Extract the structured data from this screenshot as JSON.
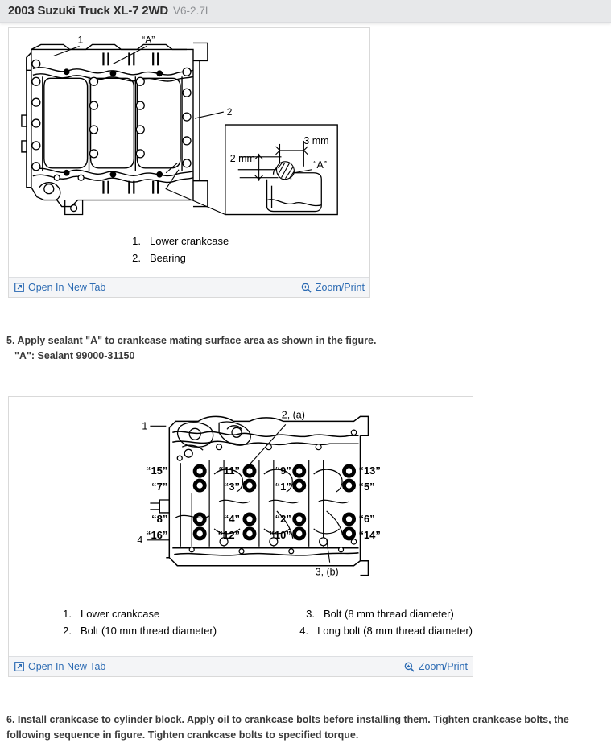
{
  "header": {
    "title": "2003 Suzuki Truck XL-7 2WD",
    "engine": "V6-2.7L"
  },
  "toolbar": {
    "open_new_tab_label": "Open In New Tab",
    "zoom_print_label": "Zoom/Print",
    "open_icon": "open-in-new-tab-icon",
    "zoom_icon": "magnifier-plus-icon",
    "link_color": "#2c6bb3"
  },
  "figure_1": {
    "alt": "Lower crankcase sealant application diagram with detail inset",
    "callouts": [
      "1",
      "“A”",
      "2"
    ],
    "inset": {
      "dim_top": "3 mm",
      "dim_left": "2 mm",
      "label": "“A”"
    },
    "legend": [
      {
        "num": "1.",
        "text": "Lower crankcase"
      },
      {
        "num": "2.",
        "text": "Bearing"
      }
    ]
  },
  "figure_2": {
    "alt": "Lower crankcase bolt tightening sequence diagram",
    "callouts": [
      "1",
      "2, (a)",
      "3, (b)",
      "4"
    ],
    "bolt_sequence_top": [
      {
        "upper": "“15”",
        "lower": "“7”"
      },
      {
        "upper": "“11”",
        "lower": "“3”"
      },
      {
        "upper": "“9”",
        "lower": "“1”"
      },
      {
        "upper": "“13”",
        "lower": "“5”"
      }
    ],
    "bolt_sequence_bottom": [
      {
        "upper": "“8”",
        "lower": "“16”"
      },
      {
        "upper": "“4”",
        "lower": "“12”"
      },
      {
        "upper": "“2”",
        "lower": "“10”"
      },
      {
        "upper": "“6”",
        "lower": "“14”"
      }
    ],
    "legend": [
      {
        "num": "1.",
        "text": "Lower crankcase"
      },
      {
        "num": "3.",
        "text": "Bolt (8 mm thread diameter)"
      },
      {
        "num": "2.",
        "text": "Bolt (10 mm thread diameter)"
      },
      {
        "num": "4.",
        "text": "Long bolt (8 mm thread diameter)"
      }
    ]
  },
  "steps": {
    "step5_line1": "5. Apply sealant \"A\" to crankcase mating surface area as shown in the figure.",
    "step5_line2": "\"A\": Sealant 99000-31150",
    "step6": "6. Install crankcase to cylinder block. Apply oil to crankcase bolts before installing them. Tighten crankcase bolts, the following sequence in figure. Tighten crankcase bolts to specified torque."
  }
}
